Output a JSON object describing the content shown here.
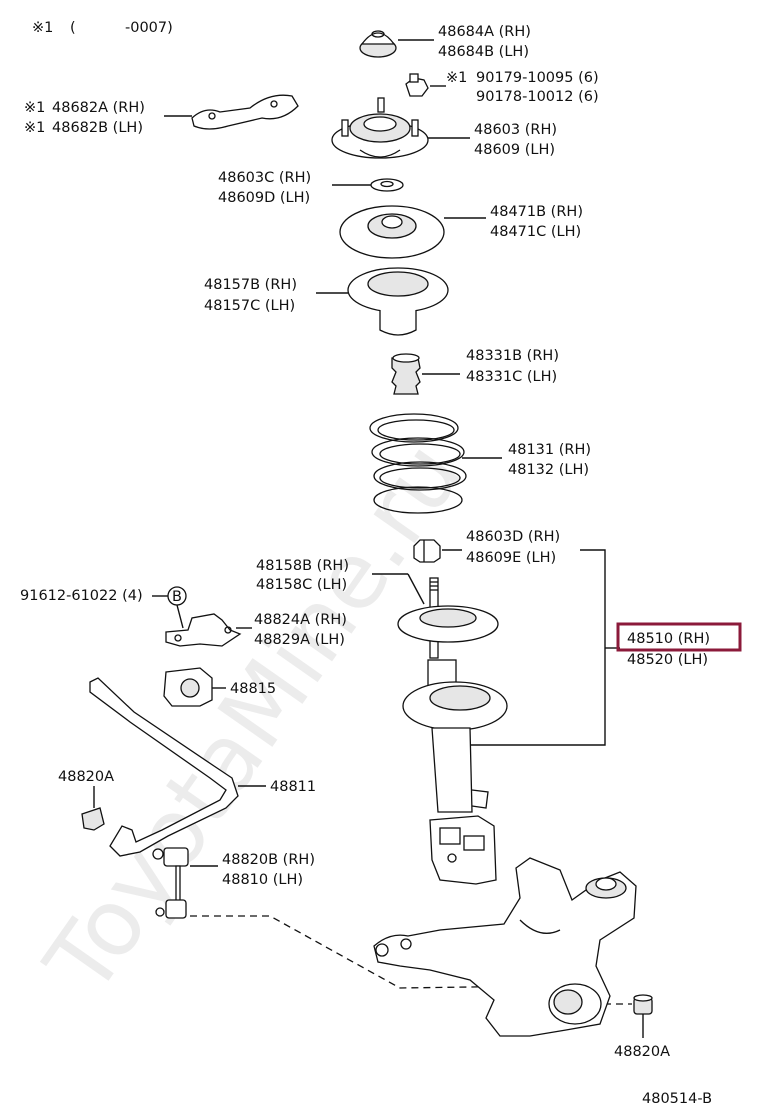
{
  "note_top": {
    "mark": "※1",
    "range_open": "(",
    "range_value": "-0007)"
  },
  "callouts": {
    "c48684": [
      "48684A (RH)",
      "48684B (LH)"
    ],
    "c90179": {
      "mark": "※1",
      "lines": [
        "90179-10095 (6)",
        "90178-10012 (6)"
      ]
    },
    "c48682": [
      {
        "mark": "※1",
        "text": "48682A (RH)"
      },
      {
        "mark": "※1",
        "text": "48682B (LH)"
      }
    ],
    "c48603": [
      "48603 (RH)",
      "48609 (LH)"
    ],
    "c48603c": [
      "48603C (RH)",
      "48609D (LH)"
    ],
    "c48471": [
      "48471B (RH)",
      "48471C (LH)"
    ],
    "c48157": [
      "48157B (RH)",
      "48157C (LH)"
    ],
    "c48331": [
      "48331B (RH)",
      "48331C (LH)"
    ],
    "c48131": [
      "48131 (RH)",
      "48132 (LH)"
    ],
    "c48603d": [
      "48603D (RH)",
      "48609E (LH)"
    ],
    "c48158": [
      "48158B (RH)",
      "48158C (LH)"
    ],
    "c91612": {
      "text": "91612-61022 (4)",
      "badge": "B"
    },
    "c48824": [
      "48824A (RH)",
      "48829A (LH)"
    ],
    "c48510": [
      "48510 (RH)",
      "48520 (LH)"
    ],
    "c48815": "48815",
    "c48820a_left": "48820A",
    "c48811": "48811",
    "c48820b": [
      "48820B (RH)",
      "48810    (LH)"
    ],
    "c48820a_right": "48820A"
  },
  "highlight": {
    "label": "48510 (RH)",
    "color": "#8b1a3a"
  },
  "diagram_id": "480514-B",
  "watermark": "ToyotaMine.ru"
}
